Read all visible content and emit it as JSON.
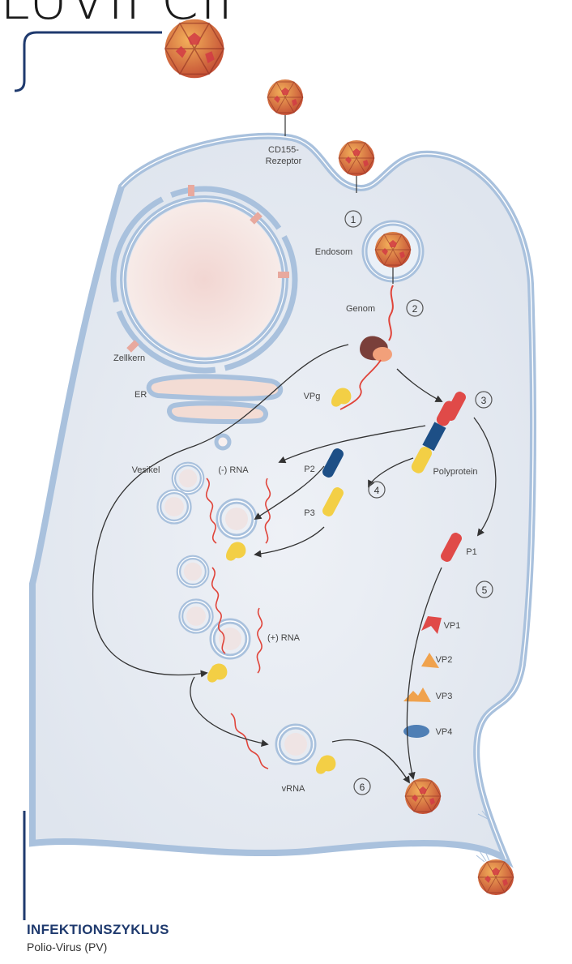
{
  "header": {
    "title_fragment": "LUVII CII"
  },
  "diagram": {
    "labels": {
      "receptor": [
        "CD155-",
        "Rezeptor"
      ],
      "endosome": "Endosom",
      "genome": "Genom",
      "nucleus": "Zellkern",
      "er": "ER",
      "vpg": "VPg",
      "vesicle": "Vesikel",
      "neg_rna": "(-) RNA",
      "pos_rna": "(+) RNA",
      "vrna": "vRNA",
      "polyprotein": "Polyprotein",
      "p1": "P1",
      "p2": "P2",
      "p3": "P3",
      "vp1": "VP1",
      "vp2": "VP2",
      "vp3": "VP3",
      "vp4": "VP4"
    },
    "steps": [
      "1",
      "2",
      "3",
      "4",
      "5",
      "6"
    ]
  },
  "footer": {
    "title": "INFEKTIONSZYKLUS",
    "subtitle": "Polio-Virus (PV)"
  },
  "colors": {
    "membrane": "#a9c1dd",
    "cytoplasm": "#eef1f6",
    "nucleus": "#f1ddd9",
    "virus": "#d2583a",
    "rna": "#e0443a",
    "p_red": "#e04a48",
    "p_blue": "#1d4f86",
    "p_yellow": "#f3cf45",
    "vp3": "#f0a24d",
    "vp4": "#4f7fb5",
    "footer_title": "#1f3a6e"
  }
}
